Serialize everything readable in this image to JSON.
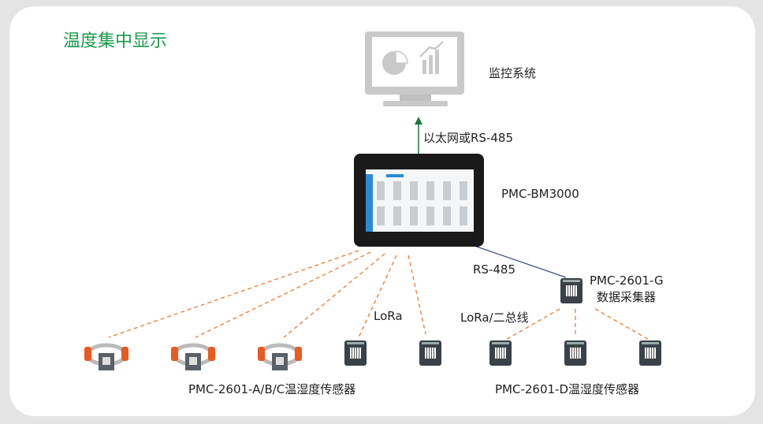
{
  "title": "温度集中显示",
  "nodes": {
    "monitor": "监控系统",
    "uplink": "以太网或RS-485",
    "gateway": "PMC-BM3000",
    "rs485": "RS-485",
    "collector_model": "PMC-2601-G",
    "collector_name": "数据采集器",
    "lora": "LoRa",
    "lora_bus": "LoRa/二总线",
    "sensors_abc": "PMC-2601-A/B/C温湿度传感器",
    "sensors_d": "PMC-2601-D温湿度传感器"
  },
  "colors": {
    "title": "#1a9a4a",
    "arrow": "#1a7a3a",
    "wireless": "#f07a30",
    "rs485": "#3a4a8a"
  }
}
